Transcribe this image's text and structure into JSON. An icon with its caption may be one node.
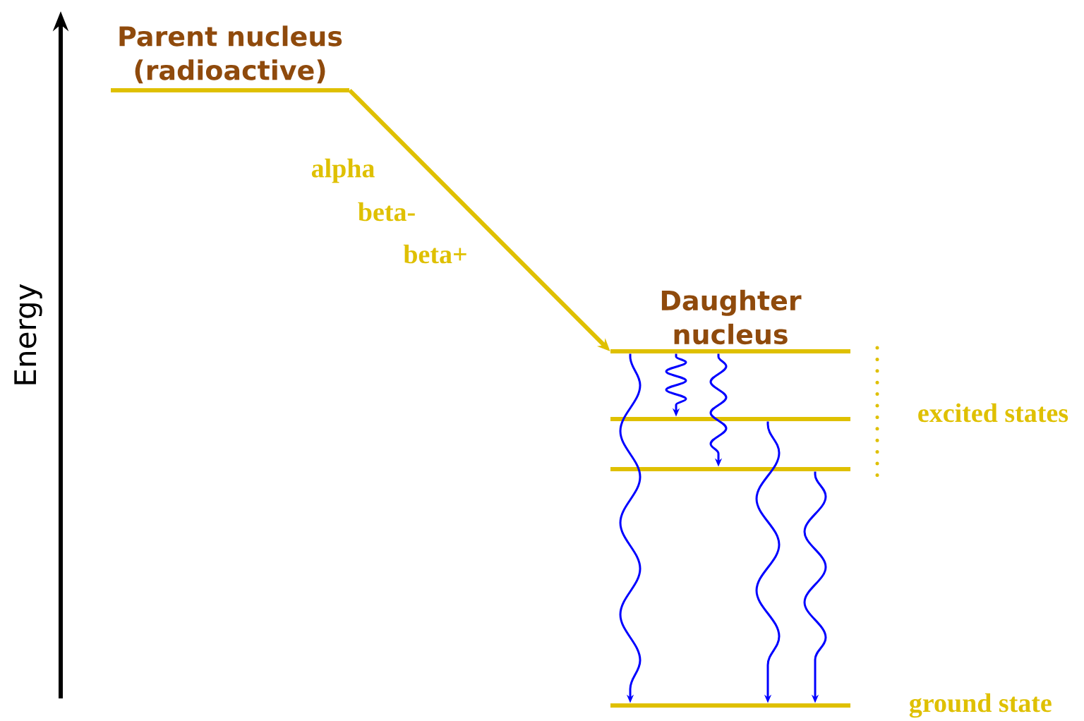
{
  "diagram": {
    "nodes": [
      {
        "text": [
          "Parent nucleus (radioactive)"
        ]
      },
      {
        "text": [
          "Daughter nucleus"
        ]
      },
      {
        "text": [],
        "shape": "bar"
      },
      {
        "text": [],
        "shape": "bar"
      },
      {
        "text": [],
        "shape": "bar",
        "beside": [
          "ground state"
        ]
      }
    ],
    "edges": [
      {
        "from": 0,
        "to": 1,
        "arrow": "to",
        "style": "thick",
        "color": "#dfc000"
      },
      {
        "from": 1,
        "to": 4,
        "arrow": "to"
      },
      {
        "from": 1,
        "to": 2,
        "arrow": "to"
      },
      {
        "from": 1,
        "to": 3,
        "arrow": "to"
      },
      {
        "from": 2,
        "to": 4,
        "arrow": "to"
      },
      {
        "from": 3,
        "to": 4,
        "arrow": "to"
      }
    ],
    "labels": [
      "Energy",
      "alpha",
      "beta-",
      "beta+",
      "excited states"
    ]
  }
}
